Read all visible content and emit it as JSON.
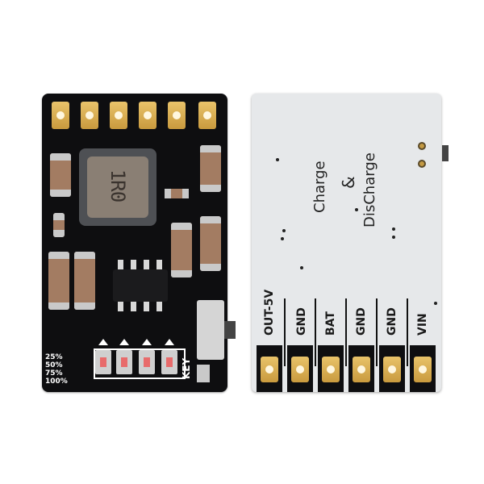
{
  "front": {
    "inductor_label": "1R0",
    "percent_labels": [
      "25%",
      "50%",
      "75%",
      "100%"
    ],
    "key_label": "KEY"
  },
  "back": {
    "title_line1": "Charge",
    "title_line2": "&",
    "title_line3": "DisCharge",
    "pins": [
      {
        "label": "OUT-5V"
      },
      {
        "label": "GND"
      },
      {
        "label": "BAT"
      },
      {
        "label": "GND"
      },
      {
        "label": "GND"
      },
      {
        "label": "VIN"
      }
    ]
  },
  "colors": {
    "pcb_front": "#0e0e10",
    "pcb_back": "#e6e8ea",
    "pad_gold": "#d8ab52",
    "led": "#e86b6b",
    "inductor": "#8a7f74"
  }
}
